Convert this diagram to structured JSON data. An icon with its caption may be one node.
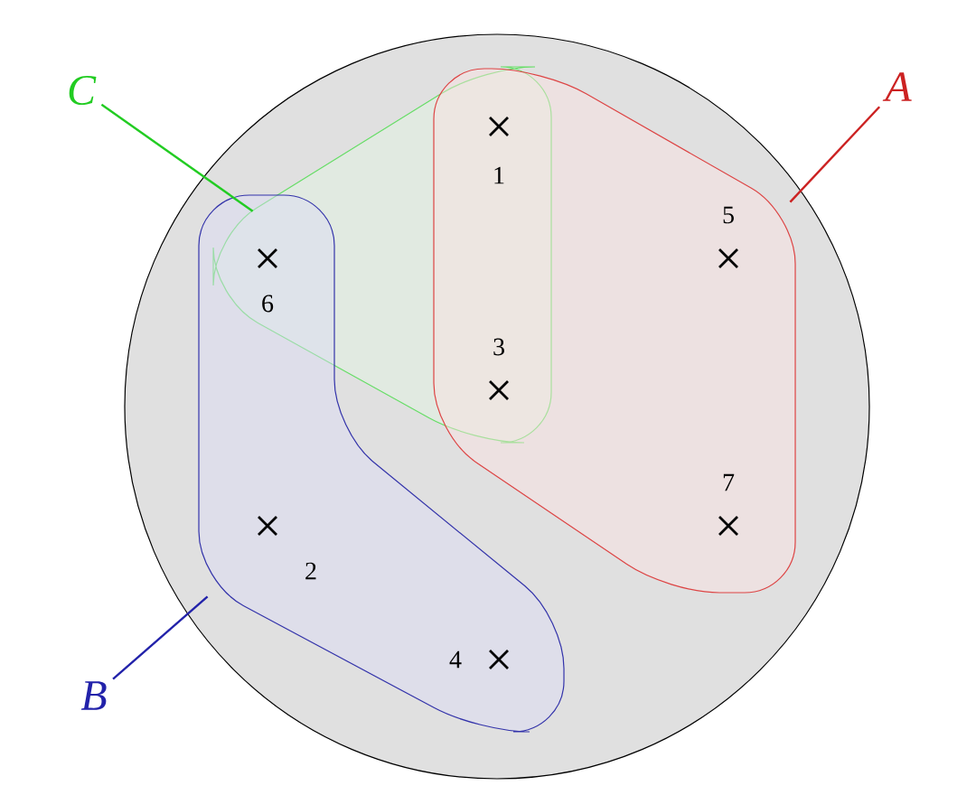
{
  "diagram": {
    "nodes": [
      {
        "text": [],
        "shape": "circle"
      },
      {
        "text": [
          "C"
        ]
      },
      {
        "text": [
          "A"
        ]
      },
      {
        "text": [],
        "shape": "box",
        "in": 0
      },
      {
        "text": [],
        "shape": "hexagon",
        "in": 0
      },
      {
        "text": [],
        "shape": "box",
        "in": 0
      },
      {
        "text": [
          "B"
        ]
      }
    ],
    "edges": [
      {
        "from": 1,
        "to": 3,
        "arrow": "none",
        "color": "#22cc22"
      },
      {
        "from": 2,
        "to": 4,
        "arrow": "none",
        "color": "#cc2222"
      },
      {
        "from": 6,
        "to": 5,
        "arrow": "none",
        "color": "#2222aa"
      }
    ],
    "labels": [
      "1",
      "5",
      "6",
      "3",
      "7",
      "2",
      "4"
    ]
  }
}
